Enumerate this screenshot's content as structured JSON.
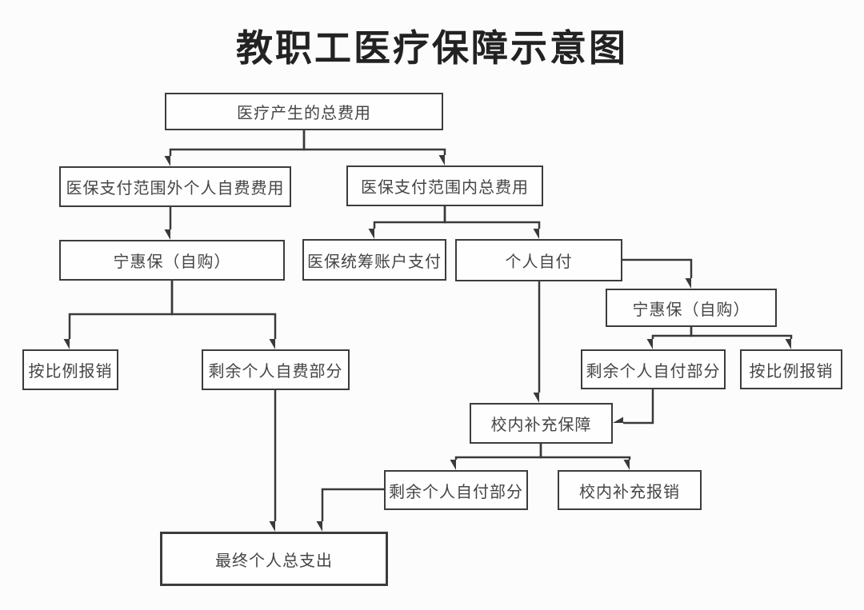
{
  "title": "教职工医疗保障示意图",
  "colors": {
    "background": "#fcfcfc",
    "box_fill": "#fefefe",
    "line": "#3a3a3a",
    "box_border": "#3c3c3c",
    "text": "#454545",
    "title": "#222222"
  },
  "nodes": {
    "total_cost": {
      "label": "医疗产生的总费用"
    },
    "out_of_scope_self_pay": {
      "label": "医保支付范围外个人自费费用"
    },
    "in_scope_total": {
      "label": "医保支付范围内总费用"
    },
    "ninghuibao_left": {
      "label": "宁惠保（自购）"
    },
    "pooled_account_pay": {
      "label": "医保统筹账户支付"
    },
    "personal_self_pay": {
      "label": "个人自付"
    },
    "ninghuibao_right": {
      "label": "宁惠保（自购）"
    },
    "pro_rata_reimburse_left": {
      "label": "按比例报销"
    },
    "remaining_self_fee": {
      "label": "剩余个人自费部分"
    },
    "remaining_self_pay_right": {
      "label": "剩余个人自付部分"
    },
    "pro_rata_reimburse_right": {
      "label": "按比例报销"
    },
    "campus_supplement_guarantee": {
      "label": "校内补充保障"
    },
    "remaining_self_pay_bottom": {
      "label": "剩余个人自付部分"
    },
    "campus_supplement_reimburse": {
      "label": "校内补充报销"
    },
    "final_total_expense": {
      "label": "最终个人总支出"
    }
  },
  "edges": [
    {
      "from": "total_cost",
      "to": "out_of_scope_self_pay"
    },
    {
      "from": "total_cost",
      "to": "in_scope_total"
    },
    {
      "from": "out_of_scope_self_pay",
      "to": "ninghuibao_left"
    },
    {
      "from": "in_scope_total",
      "to": "pooled_account_pay"
    },
    {
      "from": "in_scope_total",
      "to": "personal_self_pay"
    },
    {
      "from": "ninghuibao_left",
      "to": "pro_rata_reimburse_left"
    },
    {
      "from": "ninghuibao_left",
      "to": "remaining_self_fee"
    },
    {
      "from": "personal_self_pay",
      "to": "ninghuibao_right"
    },
    {
      "from": "personal_self_pay",
      "to": "campus_supplement_guarantee"
    },
    {
      "from": "ninghuibao_right",
      "to": "remaining_self_pay_right"
    },
    {
      "from": "ninghuibao_right",
      "to": "pro_rata_reimburse_right"
    },
    {
      "from": "remaining_self_pay_right",
      "to": "campus_supplement_guarantee"
    },
    {
      "from": "campus_supplement_guarantee",
      "to": "remaining_self_pay_bottom"
    },
    {
      "from": "campus_supplement_guarantee",
      "to": "campus_supplement_reimburse"
    },
    {
      "from": "remaining_self_pay_bottom",
      "to": "final_total_expense"
    },
    {
      "from": "remaining_self_fee",
      "to": "final_total_expense"
    }
  ]
}
